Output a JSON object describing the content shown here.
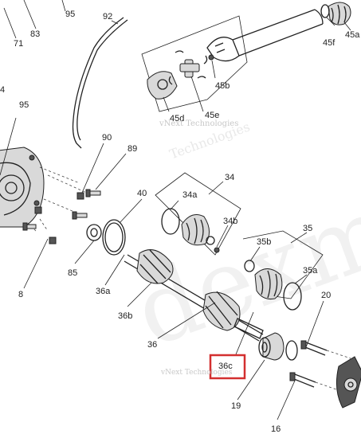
{
  "labels": {
    "l95a": "95",
    "l92": "92",
    "l83": "83",
    "l71": "71",
    "l45a": "45a",
    "l45f": "45f",
    "l45b": "45b",
    "l45d": "45d",
    "l45e": "45e",
    "l4": "4",
    "l95b": "95",
    "l90": "90",
    "l89": "89",
    "l40": "40",
    "l34": "34",
    "l34a": "34a",
    "l34b": "34b",
    "l35": "35",
    "l35b": "35b",
    "l35a": "35a",
    "l85": "85",
    "l36a": "36a",
    "l36b": "36b",
    "l8": "8",
    "l36": "36",
    "l20": "20",
    "l36c": "36c",
    "l19": "19",
    "l16": "16"
  },
  "watermarks": {
    "w1": "vNext Technologies",
    "w2": "Technologies",
    "w3": "vNext Technologies",
    "w4": "dexmatic"
  },
  "colors": {
    "highlight": "#d32f2f",
    "line": "#222222"
  }
}
